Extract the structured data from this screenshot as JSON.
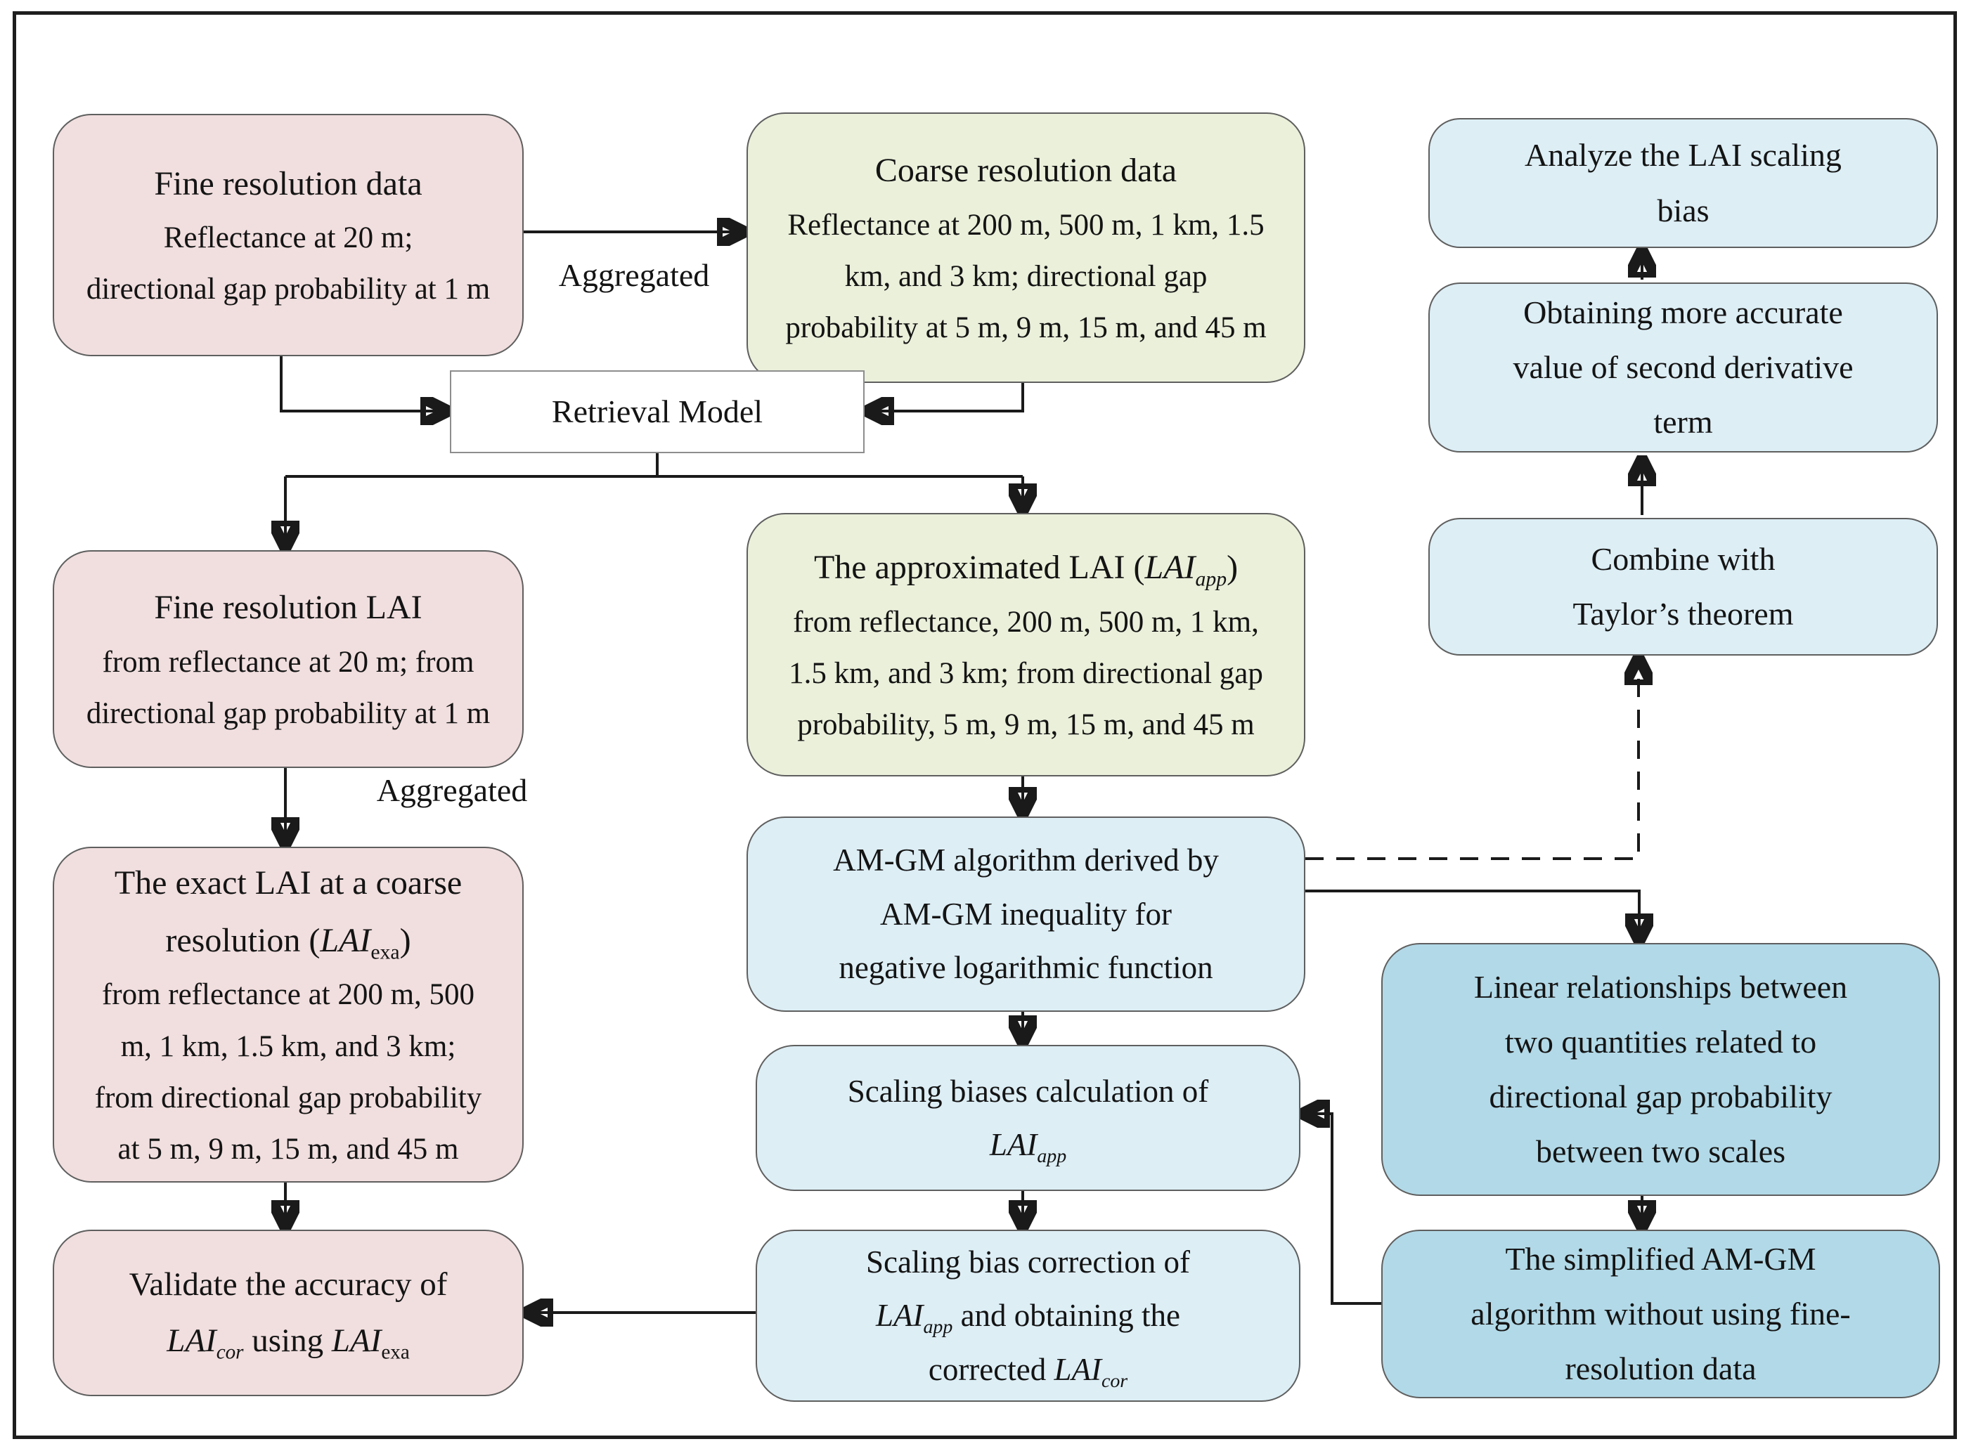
{
  "colors": {
    "pink": "#f1dede",
    "green": "#eaf0da",
    "light_blue": "#ddeef5",
    "dark_blue": "#b2d9e7",
    "white": "#ffffff",
    "line": "#1a1a1a",
    "node_border": "#5f5f5f"
  },
  "labels": {
    "aggregated_top": "Aggregated",
    "aggregated_mid": "Aggregated"
  },
  "nodes": {
    "fine_res_data": {
      "lines": [
        [
          {
            "t": "Fine resolution data"
          }
        ],
        [
          {
            "t": "Reflectance at 20 m;"
          }
        ],
        [
          {
            "t": "directional gap probability at 1 m"
          }
        ]
      ]
    },
    "coarse_res_data": {
      "lines": [
        [
          {
            "t": "Coarse resolution data"
          }
        ],
        [
          {
            "t": "Reflectance at  200 m, 500 m, 1 km, 1.5"
          }
        ],
        [
          {
            "t": "km, and 3 km;  directional gap"
          }
        ],
        [
          {
            "t": "probability at 5 m, 9 m, 15 m, and 45 m"
          }
        ]
      ]
    },
    "retrieval_model": {
      "lines": [
        [
          {
            "t": "Retrieval Model"
          }
        ]
      ]
    },
    "analyze_bias": {
      "lines": [
        [
          {
            "t": "Analyze the LAI scaling"
          }
        ],
        [
          {
            "t": "bias"
          }
        ]
      ]
    },
    "obtaining_accurate": {
      "lines": [
        [
          {
            "t": "Obtaining more accurate"
          }
        ],
        [
          {
            "t": "value of second derivative"
          }
        ],
        [
          {
            "t": "term"
          }
        ]
      ]
    },
    "combine_taylor": {
      "lines": [
        [
          {
            "t": "Combine with"
          }
        ],
        [
          {
            "t": "Taylor’s theorem"
          }
        ]
      ]
    },
    "fine_res_lai": {
      "lines": [
        [
          {
            "t": "Fine resolution LAI"
          }
        ],
        [
          {
            "t": "from reflectance at 20 m;  from"
          }
        ],
        [
          {
            "t": "directional gap probability at 1 m"
          }
        ]
      ]
    },
    "approx_lai": {
      "lines": [
        [
          {
            "t": "The approximated LAI ("
          },
          {
            "t": "LAI",
            "s": "i"
          },
          {
            "t": "app",
            "s": "isub"
          },
          {
            "t": ")"
          }
        ],
        [
          {
            "t": "from reflectance,  200 m, 500 m, 1 km,"
          }
        ],
        [
          {
            "t": "1.5 km, and 3 km; from directional gap"
          }
        ],
        [
          {
            "t": "probability, 5 m, 9 m, 15 m, and 45 m"
          }
        ]
      ]
    },
    "amgm_algorithm": {
      "lines": [
        [
          {
            "t": "AM-GM algorithm derived by"
          }
        ],
        [
          {
            "t": "AM-GM inequality for"
          }
        ],
        [
          {
            "t": "negative logarithmic function"
          }
        ]
      ]
    },
    "exact_lai": {
      "lines": [
        [
          {
            "t": "The exact LAI at a coarse"
          }
        ],
        [
          {
            "t": "resolution ("
          },
          {
            "t": "LAI",
            "s": "i"
          },
          {
            "t": "exa",
            "s": "sub"
          },
          {
            "t": ")"
          }
        ],
        [
          {
            "t": "from reflectance at 200 m, 500"
          }
        ],
        [
          {
            "t": "m, 1 km, 1.5 km, and 3 km;"
          }
        ],
        [
          {
            "t": "from directional gap probability"
          }
        ],
        [
          {
            "t": "at 5 m, 9 m, 15 m, and 45 m"
          }
        ]
      ]
    },
    "scaling_biases_calc": {
      "lines": [
        [
          {
            "t": "Scaling biases calculation of"
          }
        ],
        [
          {
            "t": "LAI",
            "s": "i"
          },
          {
            "t": "app",
            "s": "isub"
          }
        ]
      ]
    },
    "scaling_bias_correction": {
      "lines": [
        [
          {
            "t": "Scaling bias correction of"
          }
        ],
        [
          {
            "t": "LAI",
            "s": "i"
          },
          {
            "t": "app",
            "s": "isub"
          },
          {
            "t": "  and obtaining the"
          }
        ],
        [
          {
            "t": "corrected "
          },
          {
            "t": "LAI",
            "s": "i"
          },
          {
            "t": "cor",
            "s": "isub"
          }
        ]
      ]
    },
    "validate": {
      "lines": [
        [
          {
            "t": "Validate the accuracy of"
          }
        ],
        [
          {
            "t": "LAI",
            "s": "i"
          },
          {
            "t": "cor",
            "s": "isub"
          },
          {
            "t": " using "
          },
          {
            "t": "LAI",
            "s": "i"
          },
          {
            "t": "exa",
            "s": "sub"
          }
        ]
      ]
    },
    "linear_relationships": {
      "lines": [
        [
          {
            "t": "Linear relationships between"
          }
        ],
        [
          {
            "t": "two quantities related to"
          }
        ],
        [
          {
            "t": "directional gap probability"
          }
        ],
        [
          {
            "t": "between two scales"
          }
        ]
      ]
    },
    "simplified_amgm": {
      "lines": [
        [
          {
            "t": "The simplified AM-GM"
          }
        ],
        [
          {
            "t": "algorithm without using fine-"
          }
        ],
        [
          {
            "t": "resolution data"
          }
        ]
      ]
    }
  }
}
